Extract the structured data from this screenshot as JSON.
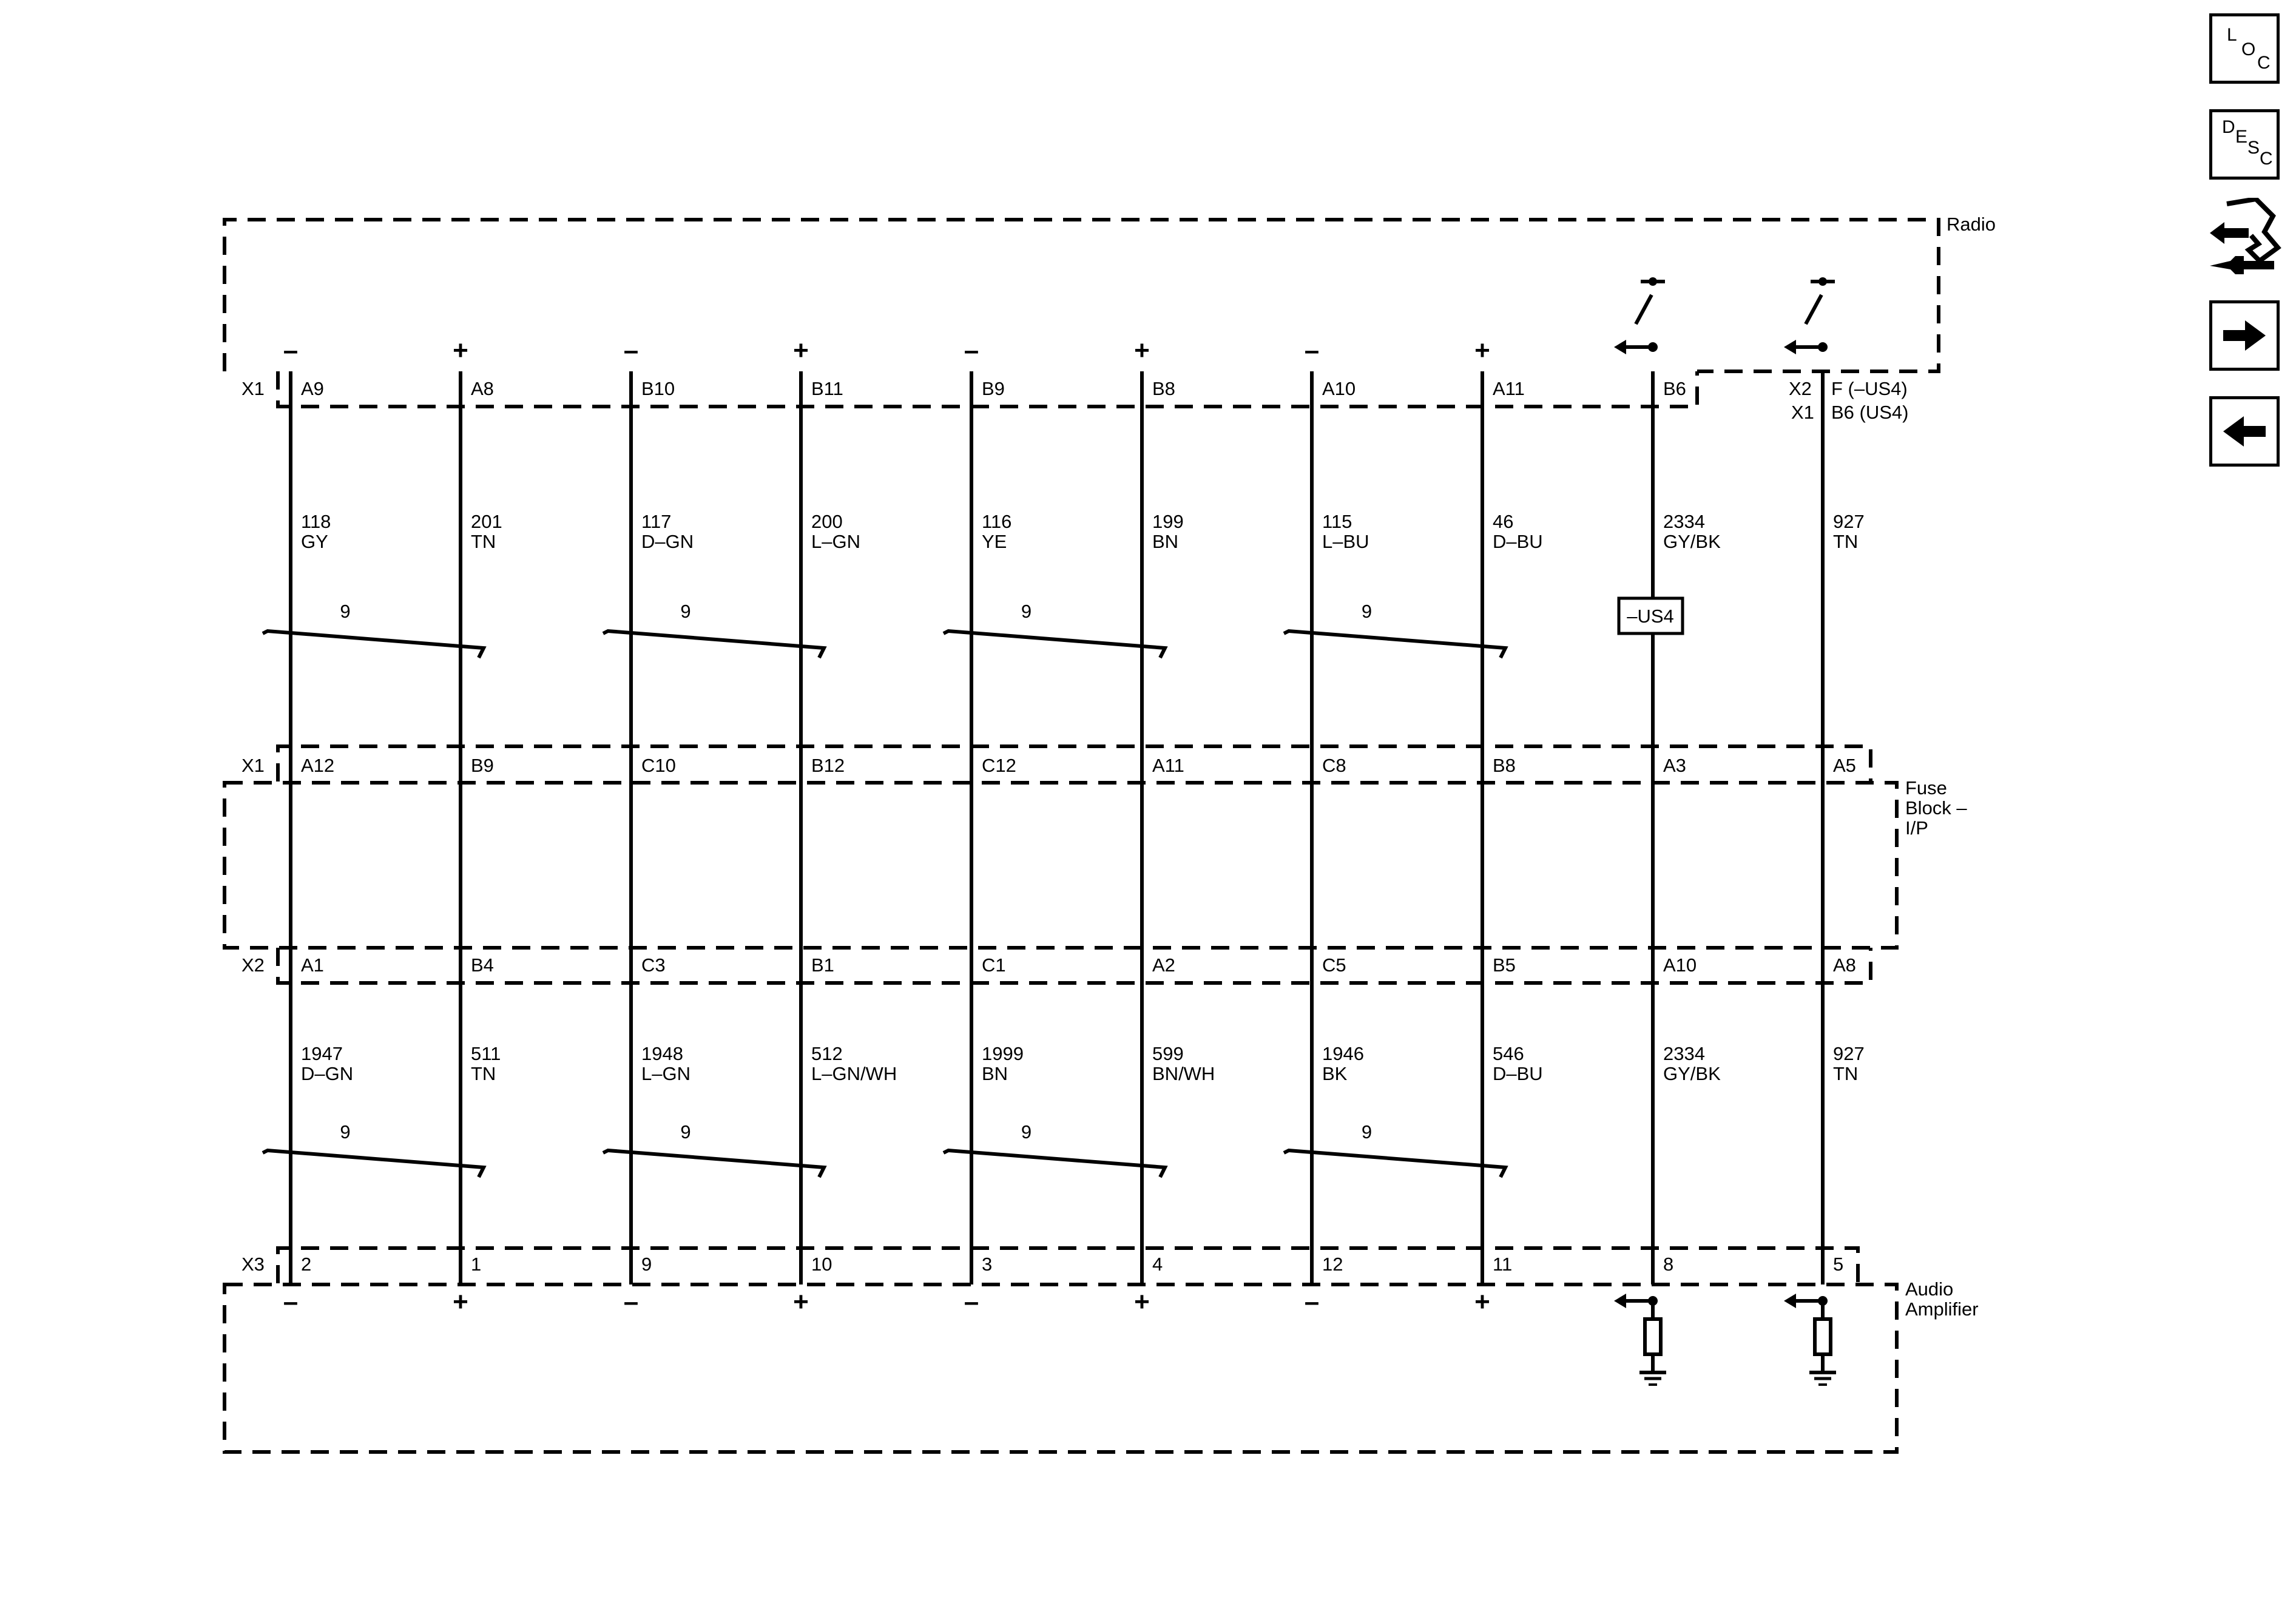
{
  "components": {
    "radio": "Radio",
    "fuse_block": [
      "Fuse",
      "Block –",
      "I/P"
    ],
    "audio_amplifier": [
      "Audio",
      "Amplifier"
    ]
  },
  "connectors": {
    "radio_x1": "X1",
    "fuse_x1": "X1",
    "fuse_x2": "X2",
    "amp_x3": "X3",
    "col10_radio_line1_conn": "X2",
    "col10_radio_line1_pin": "F (–US4)",
    "col10_radio_line2_conn": "X1",
    "col10_radio_line2_pin": "B6 (US4)"
  },
  "option_box": "–US4",
  "twist_label": "9",
  "wires": [
    {
      "polarity": "–",
      "radio_pin": "A9",
      "upper_circuit": "118",
      "upper_color": "GY",
      "fuse_x1_pin": "A12",
      "fuse_x2_pin": "A1",
      "lower_circuit": "1947",
      "lower_color": "D–GN",
      "amp_pin": "2"
    },
    {
      "polarity": "+",
      "radio_pin": "A8",
      "upper_circuit": "201",
      "upper_color": "TN",
      "fuse_x1_pin": "B9",
      "fuse_x2_pin": "B4",
      "lower_circuit": "511",
      "lower_color": "TN",
      "amp_pin": "1"
    },
    {
      "polarity": "–",
      "radio_pin": "B10",
      "upper_circuit": "117",
      "upper_color": "D–GN",
      "fuse_x1_pin": "C10",
      "fuse_x2_pin": "C3",
      "lower_circuit": "1948",
      "lower_color": "L–GN",
      "amp_pin": "9"
    },
    {
      "polarity": "+",
      "radio_pin": "B11",
      "upper_circuit": "200",
      "upper_color": "L–GN",
      "fuse_x1_pin": "B12",
      "fuse_x2_pin": "B1",
      "lower_circuit": "512",
      "lower_color": "L–GN/WH",
      "amp_pin": "10"
    },
    {
      "polarity": "–",
      "radio_pin": "B9",
      "upper_circuit": "116",
      "upper_color": "YE",
      "fuse_x1_pin": "C12",
      "fuse_x2_pin": "C1",
      "lower_circuit": "1999",
      "lower_color": "BN",
      "amp_pin": "3"
    },
    {
      "polarity": "+",
      "radio_pin": "B8",
      "upper_circuit": "199",
      "upper_color": "BN",
      "fuse_x1_pin": "A11",
      "fuse_x2_pin": "A2",
      "lower_circuit": "599",
      "lower_color": "BN/WH",
      "amp_pin": "4"
    },
    {
      "polarity": "–",
      "radio_pin": "A10",
      "upper_circuit": "115",
      "upper_color": "L–BU",
      "fuse_x1_pin": "C8",
      "fuse_x2_pin": "C5",
      "lower_circuit": "1946",
      "lower_color": "BK",
      "amp_pin": "12"
    },
    {
      "polarity": "+",
      "radio_pin": "A11",
      "upper_circuit": "46",
      "upper_color": "D–BU",
      "fuse_x1_pin": "B8",
      "fuse_x2_pin": "B5",
      "lower_circuit": "546",
      "lower_color": "D–BU",
      "amp_pin": "11"
    },
    {
      "polarity": "",
      "radio_pin": "B6",
      "upper_circuit": "2334",
      "upper_color": "GY/BK",
      "fuse_x1_pin": "A3",
      "fuse_x2_pin": "A10",
      "lower_circuit": "2334",
      "lower_color": "GY/BK",
      "amp_pin": "8"
    },
    {
      "polarity": "",
      "radio_pin": "",
      "upper_circuit": "927",
      "upper_color": "TN",
      "fuse_x1_pin": "A5",
      "fuse_x2_pin": "A8",
      "lower_circuit": "927",
      "lower_color": "TN",
      "amp_pin": "5"
    }
  ],
  "nav": {
    "loc": [
      "L",
      "O",
      "C"
    ],
    "desc": [
      "D",
      "E",
      "S",
      "C"
    ],
    "icons": [
      "connector-tool-icon",
      "arrow-right-icon",
      "arrow-left-icon"
    ]
  }
}
